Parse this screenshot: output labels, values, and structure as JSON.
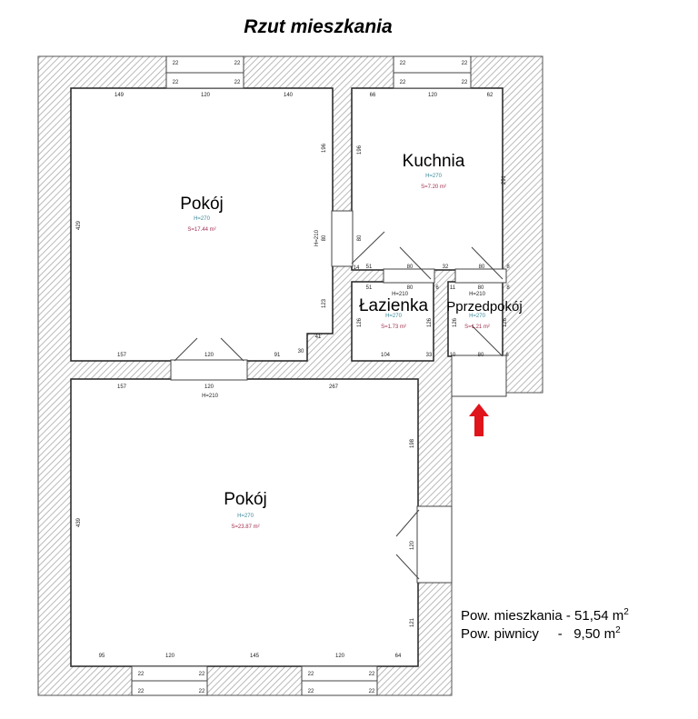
{
  "title": "Rzut mieszkania",
  "rooms": [
    {
      "name": "Pokój",
      "height": "H=270",
      "area": "S=17.44 m²"
    },
    {
      "name": "Kuchnia",
      "height": "H=270",
      "area": "S=7.20 m²"
    },
    {
      "name": "Łazienka",
      "height": "H=270",
      "area": "S=1.73 m²"
    },
    {
      "name": "Pprzedpokój",
      "height": "H=270",
      "area": "S=1.21 m²"
    },
    {
      "name": "Pokój",
      "height": "H=270",
      "area": "S=23.87 m²"
    }
  ],
  "door_heights": {
    "d1": "H=210",
    "d2": "H=210",
    "d3": "H=210",
    "d4": "H=210"
  },
  "dims": {
    "r1_top": [
      "149",
      "120",
      "140"
    ],
    "r1_left": "429",
    "r1_right": [
      "196",
      "80",
      "123"
    ],
    "r1_bottom": [
      "157",
      "120",
      "91"
    ],
    "r1_notch": [
      "41",
      "30"
    ],
    "k_top": [
      "66",
      "120",
      "62"
    ],
    "k_left": "196",
    "k_right": "291",
    "k_door": "80",
    "k_bottom": [
      "51",
      "80",
      "32",
      "80",
      "8"
    ],
    "k_14": "14",
    "l_top": [
      "51",
      "80",
      "6"
    ],
    "l_side": "126",
    "l_bottom": [
      "104",
      "33"
    ],
    "p_top": [
      "11",
      "80",
      "8"
    ],
    "p_side": "126",
    "p_bottom": [
      "10",
      "80",
      "6"
    ],
    "r2_top": [
      "157",
      "120",
      "267"
    ],
    "r2_left": "439",
    "r2_right": [
      "198",
      "120",
      "121"
    ],
    "r2_bottom": [
      "95",
      "120",
      "145",
      "120",
      "64"
    ],
    "win": "22"
  },
  "legend": {
    "flat_label": "Pow. mieszkania - 51,54 m",
    "flat_sup": "2",
    "cellar_label": "Pow. piwnicy     -   9,50 m",
    "cellar_sup": "2"
  },
  "colors": {
    "arrow": "#e0141b",
    "hatch": "#9a9a9a"
  }
}
